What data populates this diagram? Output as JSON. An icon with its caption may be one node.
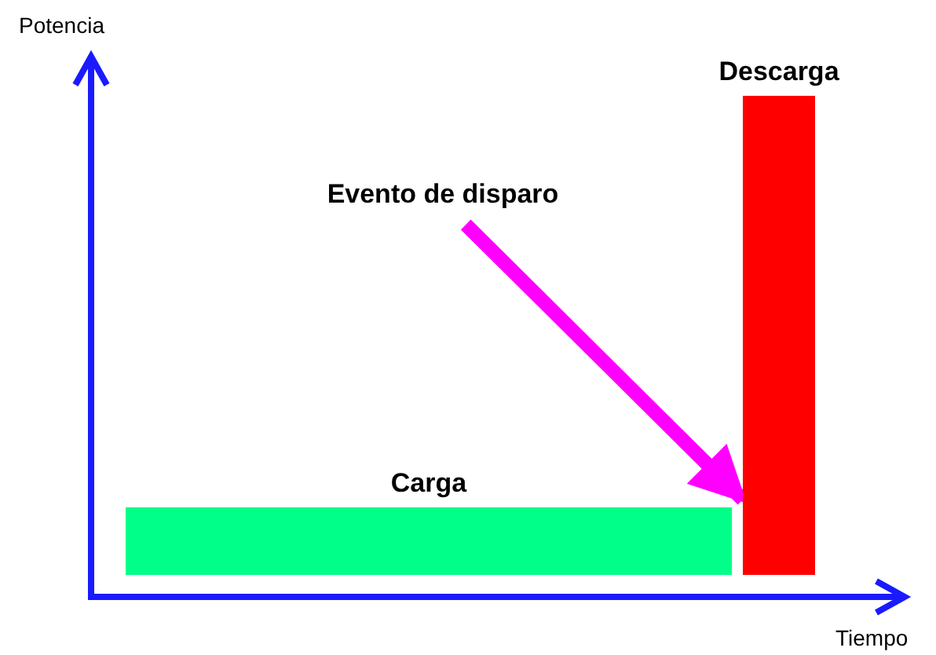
{
  "diagram": {
    "nodes": [
      {
        "text": [
          "Evento de disparo"
        ]
      },
      {
        "text": [
          "Carga"
        ]
      },
      {
        "text": [
          "Descarga"
        ]
      }
    ],
    "edges": [
      {
        "from": 0,
        "to": 2,
        "arrow": "to",
        "color": "#ff00ff"
      }
    ],
    "labels": [
      "Potencia",
      "Tiempo"
    ]
  }
}
